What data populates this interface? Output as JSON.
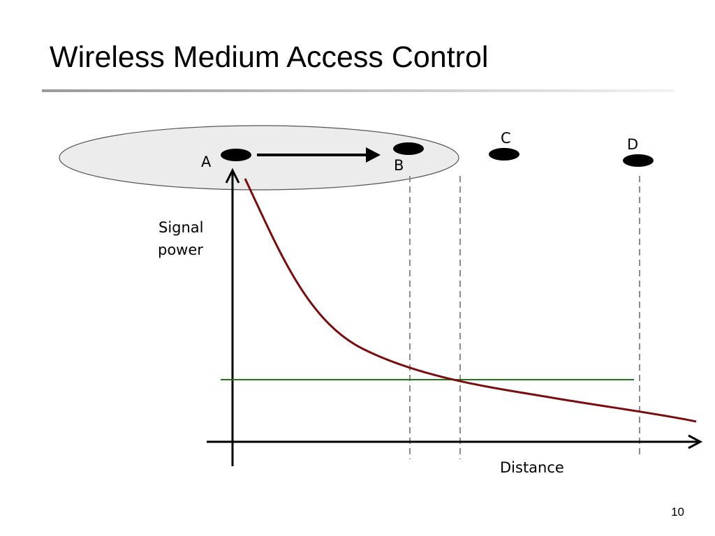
{
  "slide": {
    "title": "Wireless Medium Access Control",
    "page_number": "10"
  },
  "diagram": {
    "nodes": {
      "a": "A",
      "b": "B",
      "c": "C",
      "d": "D"
    },
    "axes": {
      "y_label_line1": "Signal",
      "y_label_line2": "power",
      "x_label": "Distance"
    },
    "colors": {
      "signal_curve": "#7a0c0c",
      "threshold_line": "#1a7a1a",
      "range_ellipse_fill": "#ececec",
      "guide_lines": "#8c8c8c"
    }
  }
}
